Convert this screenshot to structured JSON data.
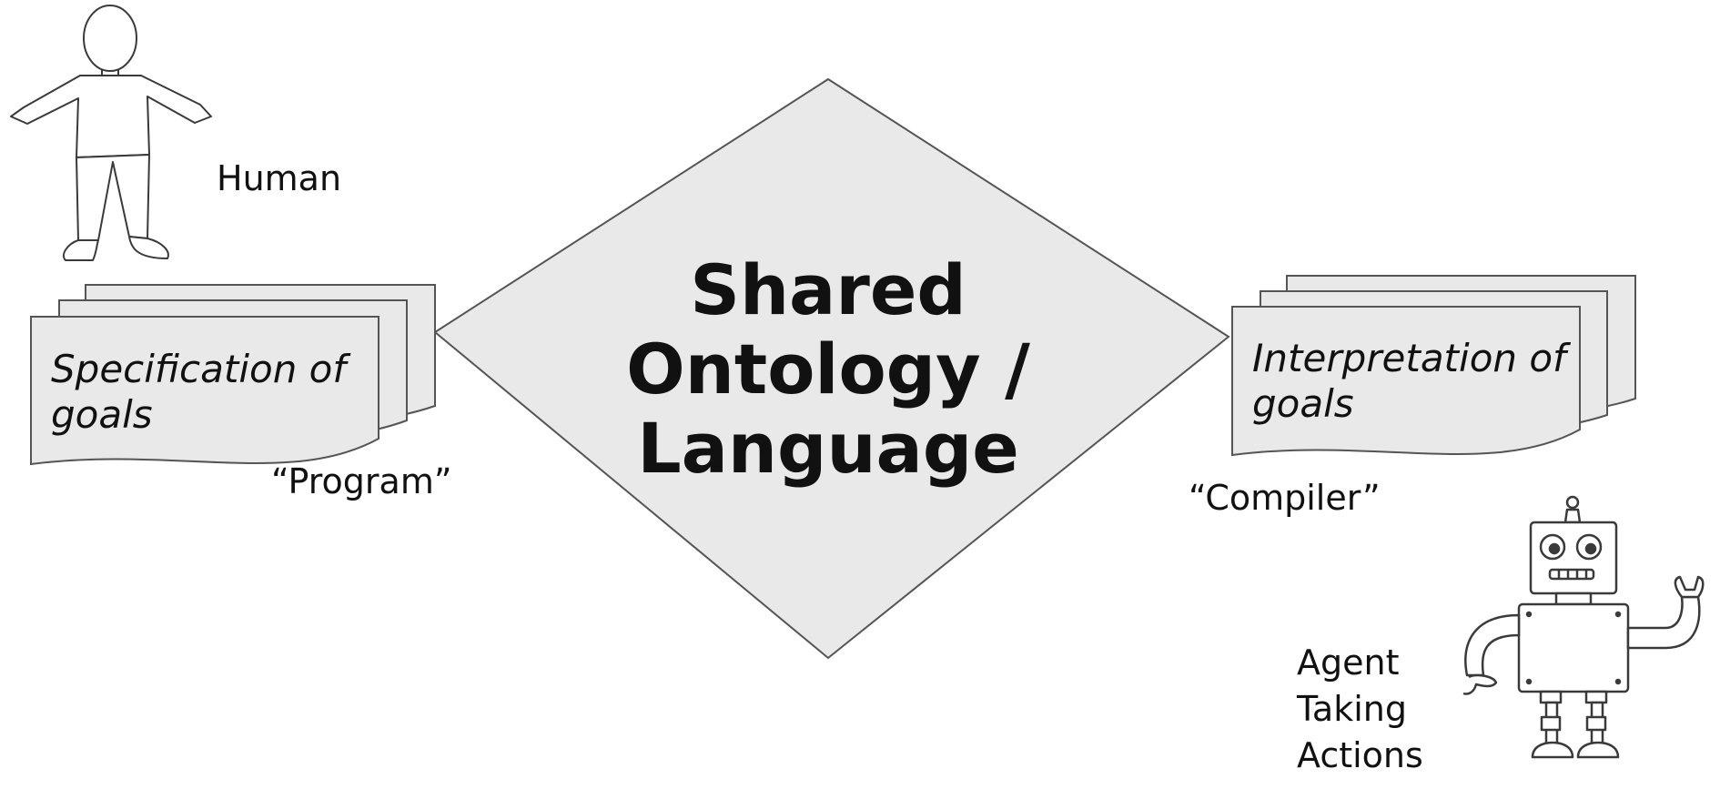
{
  "center": {
    "lines": [
      "Shared",
      "Ontology /",
      "Language"
    ]
  },
  "human": {
    "label": "Human"
  },
  "spec_doc": {
    "lines": [
      "Specification of",
      "goals"
    ],
    "caption": "“Program”"
  },
  "interp_doc": {
    "lines": [
      "Interpretation of",
      "goals"
    ],
    "caption": "“Compiler”"
  },
  "agent": {
    "lines": [
      "Agent",
      "Taking",
      "Actions"
    ]
  },
  "colors": {
    "fill": "#e9e9e9",
    "stroke": "#555555",
    "text": "#111111",
    "figure_stroke": "#3a3a3a"
  }
}
